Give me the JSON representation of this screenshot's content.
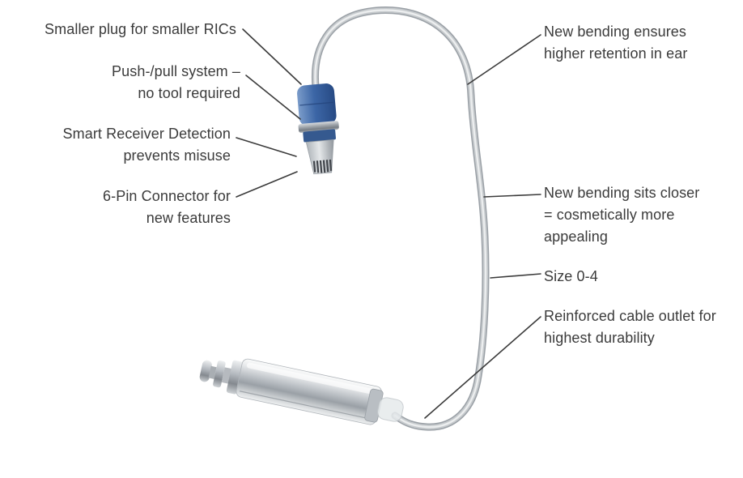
{
  "figure": {
    "colors": {
      "text": "#3b3b3b",
      "leader_line": "#3b3b3b",
      "plug_blue": "#3c66a6",
      "metal_light": "#eceeef",
      "metal_dark": "#8c9298",
      "cable": "#a9aeb3"
    },
    "labels_left": [
      {
        "id": "smaller-plug",
        "text": "Smaller plug for smaller RICs"
      },
      {
        "id": "push-pull",
        "text": "Push-/pull system –\nno tool required"
      },
      {
        "id": "smart-detection",
        "text": "Smart Receiver Detection\nprevents misuse"
      },
      {
        "id": "six-pin",
        "text": "6-Pin Connector for\nnew features"
      }
    ],
    "labels_right": [
      {
        "id": "bending-retention",
        "text": "New bending ensures\nhigher retention in ear"
      },
      {
        "id": "bending-closer",
        "text": "New bending sits closer\n= cosmetically more\nappealing"
      },
      {
        "id": "size",
        "text": "Size 0-4"
      },
      {
        "id": "cable-outlet",
        "text": "Reinforced cable outlet for\nhighest durability"
      }
    ]
  }
}
